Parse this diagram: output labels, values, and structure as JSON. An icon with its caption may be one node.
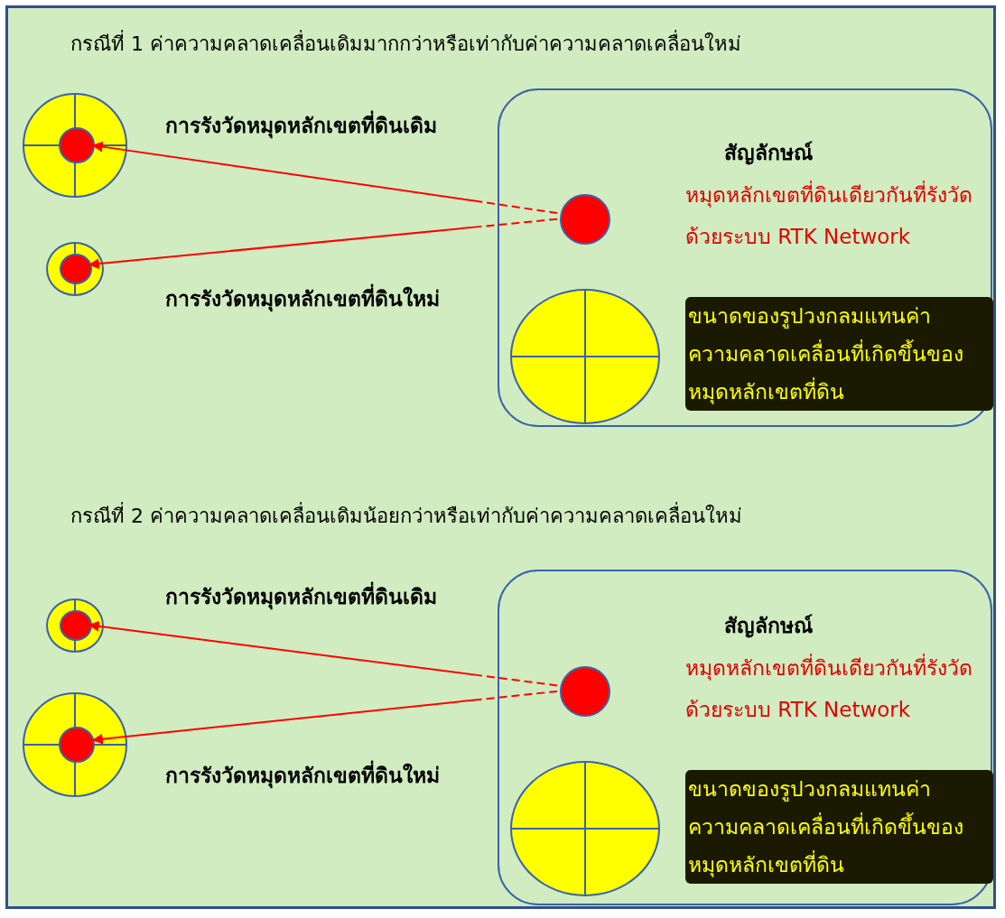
{
  "diagram": {
    "nodes": [
      {
        "text": [],
        "shape": "circle",
        "beside": [
          "การรังวัดหมุดหลักเขตที่ดินเดิม"
        ]
      },
      {
        "text": [],
        "shape": "circle",
        "in": 0
      },
      {
        "text": [],
        "shape": "circle",
        "beside": [
          "การรังวัดหมุดหลักเขตที่ดินใหม่"
        ]
      },
      {
        "text": [],
        "shape": "circle",
        "in": 2
      },
      {
        "text": [
          "สัญลักษณ์"
        ]
      },
      {
        "text": [],
        "shape": "circle",
        "in": 4,
        "beside": [
          "หมุดหลักเขตที่ดินเดียวกันที่รังวัดด้วยระบบ RTK Network"
        ]
      },
      {
        "text": [],
        "shape": "circle",
        "in": 4,
        "beside": [
          "ขนาดของรูปวงกลมแทนค่าความคลาดเคลื่อนที่เกิดขึ้นของหมุดหลักเขตที่ดิน"
        ]
      },
      {
        "text": [],
        "shape": "circle",
        "beside": [
          "การรังวัดหมุดหลักเขตที่ดินเดิม"
        ]
      },
      {
        "text": [],
        "shape": "circle",
        "in": 7
      },
      {
        "text": [],
        "shape": "circle",
        "beside": [
          "การรังวัดหมุดหลักเขตที่ดินใหม่"
        ]
      },
      {
        "text": [],
        "shape": "circle",
        "in": 9
      },
      {
        "text": [
          "สัญลักษณ์"
        ]
      },
      {
        "text": [],
        "shape": "circle",
        "in": 11,
        "beside": [
          "หมุดหลักเขตที่ดินเดียวกันที่รังวัดด้วยระบบ RTK Network"
        ]
      },
      {
        "text": [],
        "shape": "circle",
        "in": 11,
        "beside": [
          "ขนาดของรูปวงกลมแทนค่าความคลาดเคลื่อนที่เกิดขึ้นของหมุดหลักเขตที่ดิน"
        ]
      }
    ],
    "edges": [
      {
        "from": 5,
        "to": 1,
        "arrow": "to"
      },
      {
        "from": 5,
        "to": 3,
        "arrow": "to"
      },
      {
        "from": 12,
        "to": 8,
        "arrow": "to"
      },
      {
        "from": 12,
        "to": 10,
        "arrow": "to"
      }
    ],
    "labels": [
      "กรณีที่ 1 ค่าความคลาดเคลื่อนเดิมมากกว่าหรือเท่ากับค่าความคลาดเคลื่อนใหม่",
      "กรณีที่ 2 ค่าความคลาดเคลื่อนเดิมน้อยกว่าหรือเท่ากับค่าความคลาดเคลื่อนใหม่"
    ]
  }
}
